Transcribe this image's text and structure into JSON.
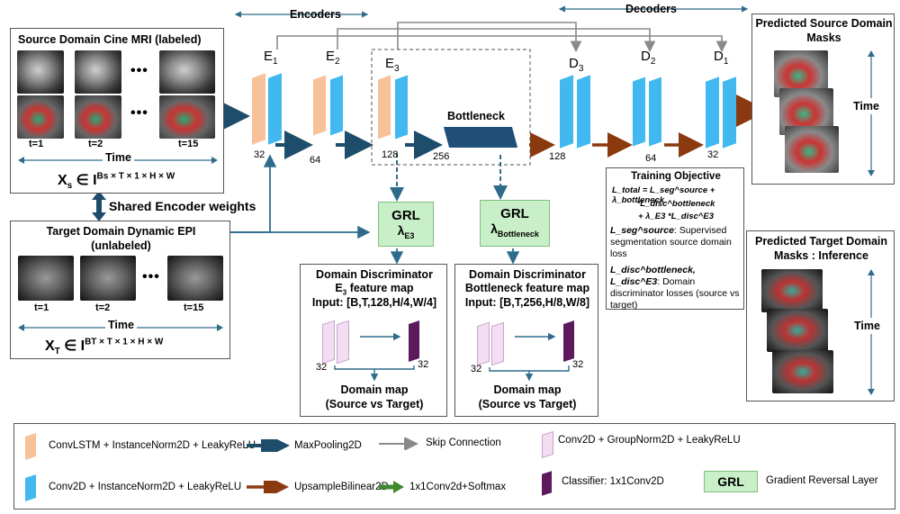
{
  "colors": {
    "convlstm": "#f7c19a",
    "conv2d": "#41b8f0",
    "disc_layer": "#f2ddf2",
    "classifier": "#5c1a5c",
    "grl_fill": "#c9efc9",
    "maxpool_arrow": "#1e4d6b",
    "upsample_arrow": "#8b3a0f",
    "softmax_arrow": "#3d8a2e",
    "skip_arrow": "#8a8a8a",
    "link_arrow": "#2f6c8c",
    "bottleneck": "#1f4e79"
  },
  "headers": {
    "encoders": "Encoders",
    "decoders": "Decoders"
  },
  "source": {
    "title": "Source Domain Cine MRI (labeled)",
    "time_label": "Time",
    "frames": [
      "t=1",
      "t=2",
      "t=15"
    ],
    "ellipsis": "•••",
    "formula_main": "X",
    "formula_sub": "s",
    "formula_rest": " ∈ I",
    "formula_sup": "Bs × T × 1 × H × W"
  },
  "shared_label": "Shared Encoder weights",
  "target": {
    "title_line1": "Target Domain Dynamic EPI",
    "title_line2": "(unlabeled)",
    "time_label": "Time",
    "frames": [
      "t=1",
      "t=2",
      "t=15"
    ],
    "ellipsis": "•••",
    "formula_main": "X",
    "formula_sub": "T",
    "formula_rest": " ∈ I",
    "formula_sup": "BT × T × 1 × H × W"
  },
  "network": {
    "stages": [
      {
        "name": "E",
        "sub": "1",
        "channels": "32"
      },
      {
        "name": "E",
        "sub": "2",
        "channels": "64"
      },
      {
        "name": "E",
        "sub": "3",
        "channels": "128"
      },
      {
        "name": "D",
        "sub": "3",
        "channels": "128"
      },
      {
        "name": "D",
        "sub": "2",
        "channels": "64"
      },
      {
        "name": "D",
        "sub": "1",
        "channels": "32"
      }
    ],
    "bottleneck_label": "Bottleneck",
    "bottleneck_channels": "256"
  },
  "grl_e3": {
    "title": "GRL",
    "lambda": "λ",
    "sub": "E3"
  },
  "grl_bottleneck": {
    "title": "GRL",
    "lambda": "λ",
    "sub": "Bottleneck"
  },
  "disc_e3": {
    "title_line1": "Domain Discriminator",
    "title_line2_pre": "E",
    "title_line2_sub": "3",
    "title_line2_post": " feature map",
    "input": "Input: [B,T,128,H/4,W/4]",
    "left_channels": "32",
    "right_channels": "32",
    "map_line1": "Domain map",
    "map_line2": "(Source vs Target)"
  },
  "disc_bottleneck": {
    "title_line1": "Domain Discriminator",
    "title_line2": "Bottleneck  feature map",
    "input": "Input: [B,T,256,H/8,W/8]",
    "left_channels": "32",
    "right_channels": "32",
    "map_line1": "Domain map",
    "map_line2": "(Source vs Target)"
  },
  "objective": {
    "title": "Training Objective",
    "eq_line1": "L_total = L_seg^source + λ_bottleneck",
    "eq_line2": "*L_disc^bottleneck",
    "eq_line3": "+ λ_E3 *L_disc^E3",
    "desc1_sym": "L_seg^source",
    "desc1_text": ": Supervised segmentation source domain loss",
    "desc2_sym": "L_disc^bottleneck, L_disc^E3",
    "desc2_text": ": Domain discriminator losses (source vs target)"
  },
  "pred_source": {
    "title_line1": "Predicted Source Domain",
    "title_line2": "Masks",
    "time_label": "Time"
  },
  "pred_target": {
    "title_line1": "Predicted Target Domain",
    "title_line2": "Masks : Inference",
    "time_label": "Time"
  },
  "legend": {
    "convlstm": "ConvLSTM + InstanceNorm2D + LeakyReLU",
    "conv2d": "Conv2D + InstanceNorm2D + LeakyReLU",
    "maxpool": "MaxPooling2D",
    "upsample": "UpsampleBilinear2D",
    "skip": "Skip Connection",
    "softmax": "1x1Conv2d+Softmax",
    "groupnorm": "Conv2D + GroupNorm2D + LeakyReLU",
    "classifier": "Classifier: 1x1Conv2D",
    "grl_box": "GRL",
    "grl_text": "Gradient Reversal Layer"
  }
}
